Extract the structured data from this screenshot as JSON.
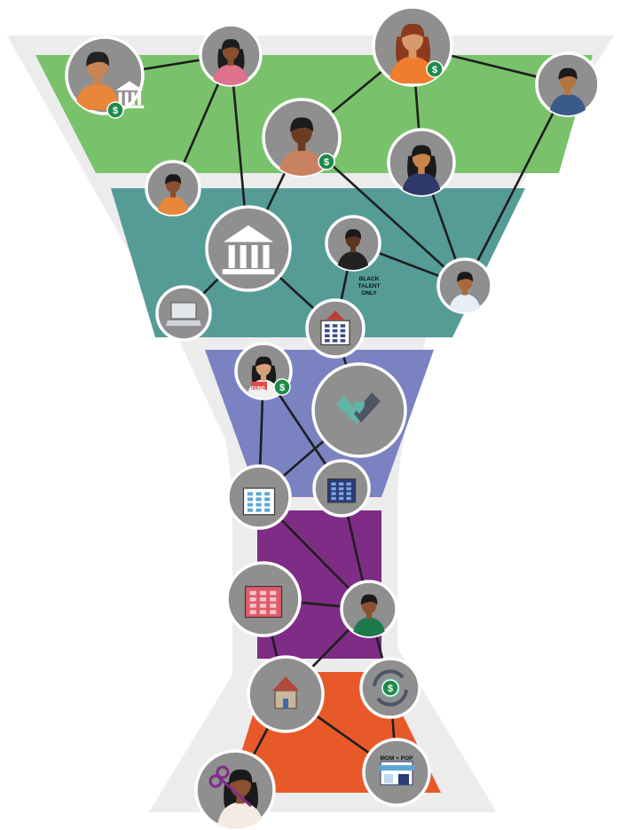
{
  "diagram": {
    "bands": [
      {
        "id": "band-1",
        "color": "#79c26b"
      },
      {
        "id": "band-2",
        "color": "#559c97"
      },
      {
        "id": "band-3",
        "color": "#7b82c2"
      },
      {
        "id": "band-4",
        "color": "#7f2c86"
      },
      {
        "id": "band-5",
        "color": "#e8592a"
      }
    ],
    "outline_color": "#ececec",
    "node_fill": "#8f8f8f",
    "link_color": "#1e1e1e",
    "nodes": [
      {
        "id": "banker",
        "icon": "man-with-bank-icon"
      },
      {
        "id": "judge",
        "icon": "woman-with-gavel-icon"
      },
      {
        "id": "angel-investor",
        "icon": "woman-with-winged-dollar-icon"
      },
      {
        "id": "analyst",
        "icon": "man-with-growth-chart-icon"
      },
      {
        "id": "investor",
        "icon": "man-with-money-bag-icon"
      },
      {
        "id": "innovator",
        "icon": "woman-with-lightbulb-icon"
      },
      {
        "id": "philanthropist",
        "icon": "woman-with-heart-globe-icon"
      },
      {
        "id": "institution",
        "icon": "institution-building-icon"
      },
      {
        "id": "recruiter",
        "icon": "man-with-hiring-sign-icon"
      },
      {
        "id": "developer",
        "icon": "man-with-bank-branch-icon"
      },
      {
        "id": "online-platform",
        "icon": "laptop-icon"
      },
      {
        "id": "school",
        "icon": "school-building-icon"
      },
      {
        "id": "fundraiser",
        "icon": "woman-with-fund-sign-icon"
      },
      {
        "id": "community-support",
        "icon": "helping-hands-heart-icon"
      },
      {
        "id": "hospital",
        "icon": "hospital-building-icon"
      },
      {
        "id": "office",
        "icon": "office-building-icon"
      },
      {
        "id": "apartments",
        "icon": "apartment-building-icon"
      },
      {
        "id": "tech-worker",
        "icon": "woman-with-tablet-icon"
      },
      {
        "id": "church",
        "icon": "church-icon"
      },
      {
        "id": "money-exchange",
        "icon": "circular-money-icon"
      },
      {
        "id": "stylist",
        "icon": "woman-with-scissors-icon"
      },
      {
        "id": "local-shop",
        "icon": "storefront-icon"
      }
    ],
    "labels": {
      "recruiter_sign": "BLACK TALENT ONLY",
      "fundraiser_sign": "FUND",
      "shop_sign": "MOM + POP",
      "dollar": "$"
    }
  }
}
